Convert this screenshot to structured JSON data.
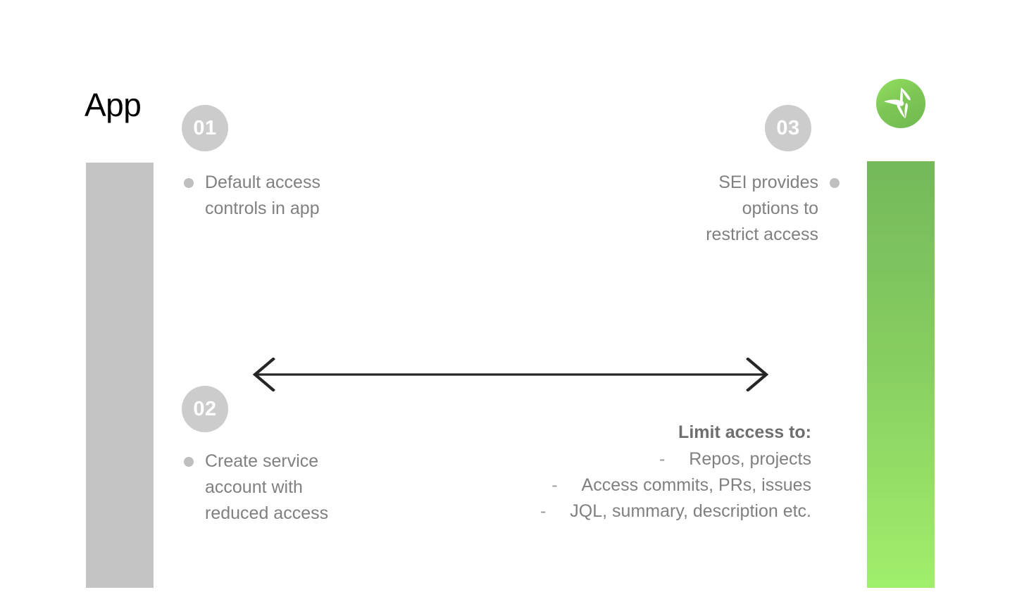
{
  "slide": {
    "title": "App",
    "logo_icon": "harness-sei-propeller-logo",
    "brand_green_top": "#74b95a",
    "brand_green_bottom": "#a0ef6c",
    "bar_gray": "#c4c4c4",
    "badge_gray": "#cccccc",
    "body_text_color": "#808080",
    "arrow_color": "#262626"
  },
  "steps": [
    {
      "number": "01",
      "bullet_icon": "bullet-dot-icon",
      "lines": [
        "Default access",
        "controls in app"
      ],
      "align": "left"
    },
    {
      "number": "02",
      "bullet_icon": "bullet-dot-icon",
      "lines": [
        "Create service",
        "account with",
        "reduced access"
      ],
      "align": "left"
    },
    {
      "number": "03",
      "bullet_icon": "bullet-dot-icon",
      "lines": [
        "SEI provides",
        "options to",
        "restrict access"
      ],
      "align": "right"
    }
  ],
  "arrow": {
    "icon": "double-headed-horizontal-arrow-icon",
    "direction": "bidirectional"
  },
  "limit_access": {
    "heading": "Limit access to:",
    "dash": "-",
    "items": [
      "Repos, projects",
      "Access commits, PRs, issues",
      "JQL, summary, description etc."
    ]
  }
}
